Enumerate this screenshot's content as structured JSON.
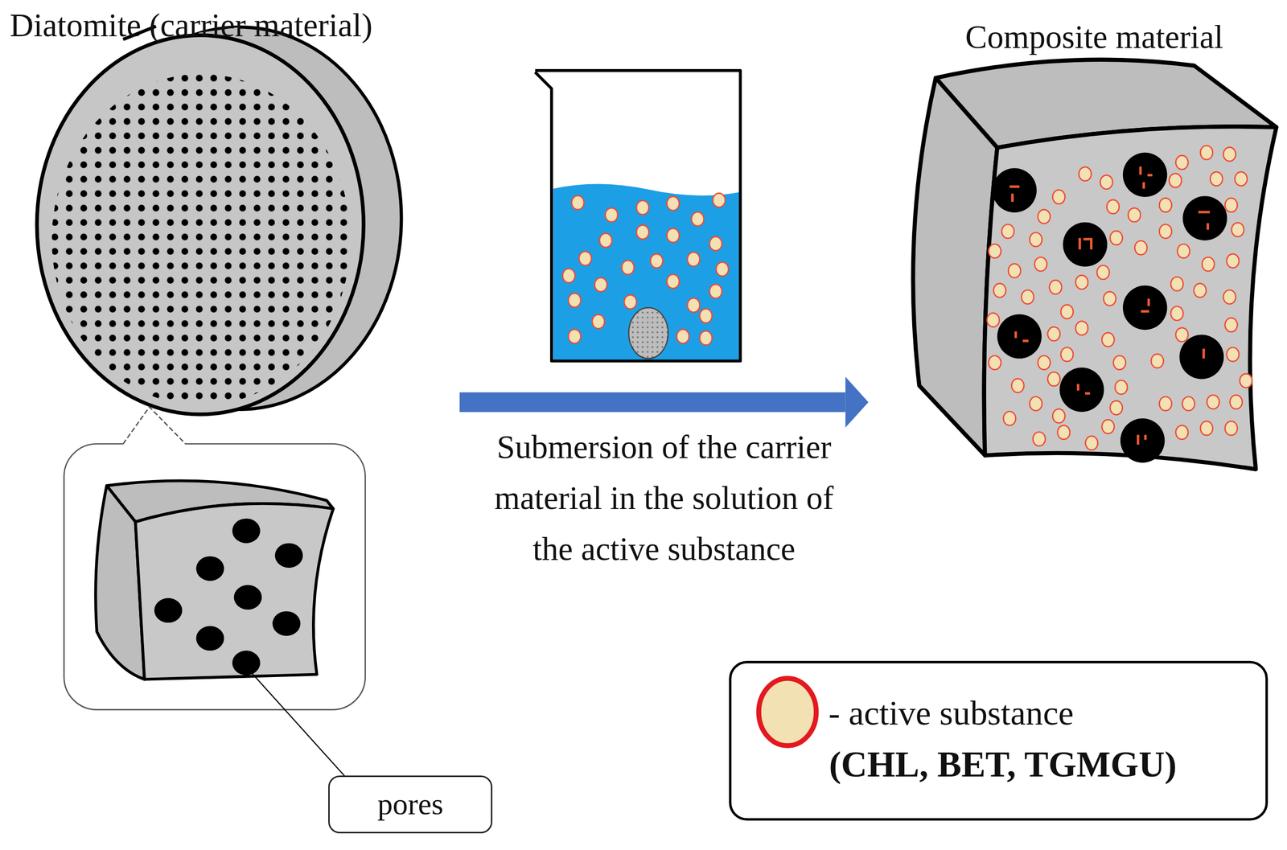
{
  "diagram": {
    "nodes": [
      {
        "text": [
          "Diatomite (carrier material)"
        ]
      },
      {
        "text": [
          "Composite material"
        ]
      },
      {
        "text": [
          "pores"
        ]
      }
    ],
    "edges": [
      {
        "from": 0,
        "to": 1,
        "arrow": "to",
        "label": "Submersion of the carrier material in the solution of the active substance"
      }
    ],
    "labels": [
      "(CHL, BET, TGMGU)"
    ],
    "legend": [
      {
        "text": "- active substance"
      }
    ]
  }
}
